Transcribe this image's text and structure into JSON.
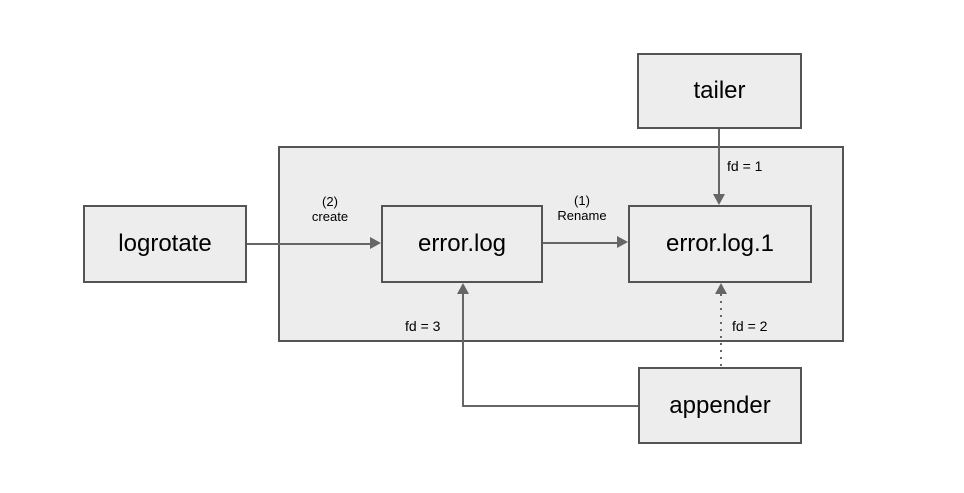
{
  "nodes": {
    "tailer": {
      "label": "tailer"
    },
    "logrotate": {
      "label": "logrotate"
    },
    "error_log": {
      "label": "error.log"
    },
    "error_log_1": {
      "label": "error.log.1"
    },
    "appender": {
      "label": "appender"
    }
  },
  "edges": {
    "create": {
      "step": "(2)",
      "action": "create"
    },
    "rename": {
      "step": "(1)",
      "action": "Rename"
    },
    "fd1": {
      "label": "fd = 1"
    },
    "fd2": {
      "label": "fd = 2"
    },
    "fd3": {
      "label": "fd = 3"
    }
  },
  "colors": {
    "node_fill": "#ededed",
    "node_border": "#545454",
    "arrow": "#666666",
    "text": "#000000",
    "background": "#ffffff"
  }
}
